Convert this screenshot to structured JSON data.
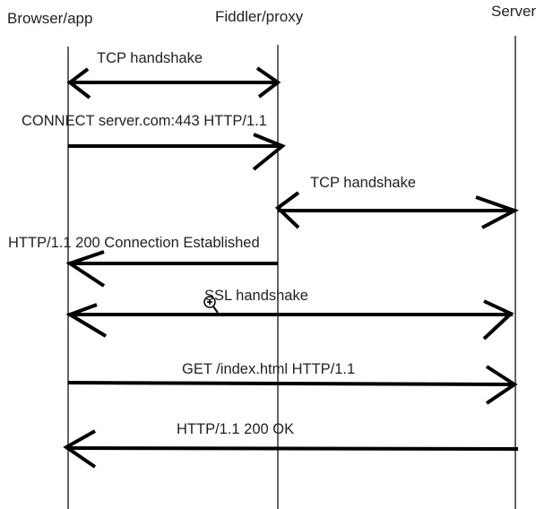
{
  "diagram": {
    "type": "sequence",
    "participants": [
      {
        "id": "browser",
        "label": "Browser/app"
      },
      {
        "id": "proxy",
        "label": "Fiddler/proxy"
      },
      {
        "id": "server",
        "label": "Server"
      }
    ],
    "messages": [
      {
        "label": "TCP handshake",
        "from": "browser",
        "to": "proxy",
        "direction": "both"
      },
      {
        "label": "CONNECT server.com:443 HTTP/1.1",
        "from": "browser",
        "to": "proxy",
        "direction": "right"
      },
      {
        "label": "TCP handshake",
        "from": "proxy",
        "to": "server",
        "direction": "both"
      },
      {
        "label": "HTTP/1.1 200 Connection Established",
        "from": "proxy",
        "to": "browser",
        "direction": "left"
      },
      {
        "label": "SSL handshake",
        "from": "browser",
        "to": "server",
        "direction": "both"
      },
      {
        "label": "GET /index.html HTTP/1.1",
        "from": "browser",
        "to": "server",
        "direction": "right"
      },
      {
        "label": "HTTP/1.1 200 OK",
        "from": "server",
        "to": "browser",
        "direction": "left"
      }
    ]
  }
}
